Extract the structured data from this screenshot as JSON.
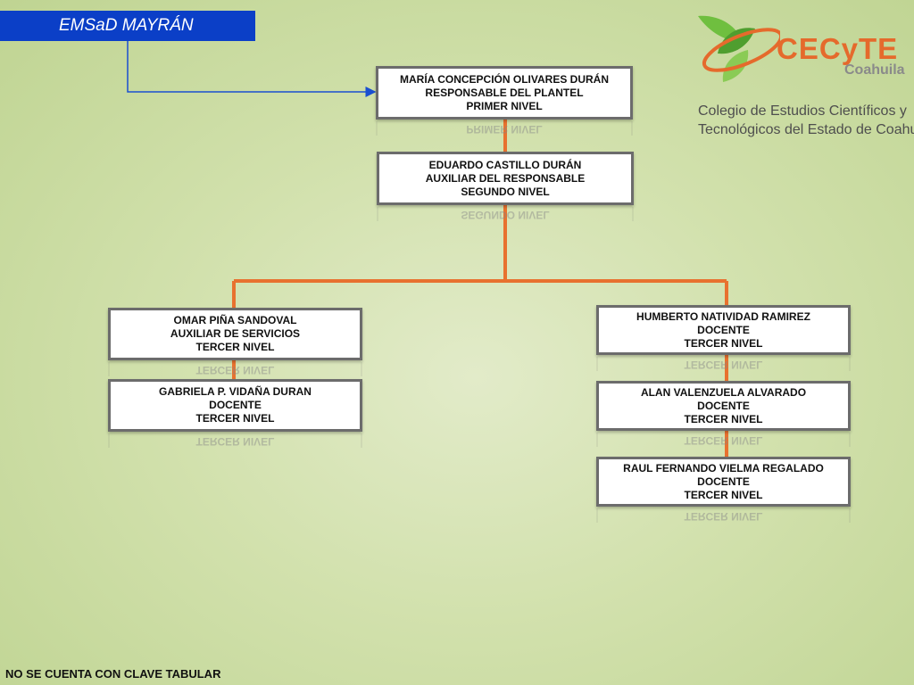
{
  "header": {
    "campus_title": "EMSaD MAYRÁN"
  },
  "logo": {
    "brand": "CECyTE",
    "state": "Coahuila",
    "description_line1": "Colegio de Estudios Científicos y",
    "description_line2": "Tecnológicos del Estado de Coahuila",
    "colors": {
      "brand_orange": "#e56a2c",
      "leaf_green": "#5aa83a",
      "grey": "#8a8a8a"
    }
  },
  "org_chart": {
    "nodes": [
      {
        "id": "director",
        "lines": [
          "MARÍA CONCEPCIÓN OLIVARES DURÁN",
          "RESPONSABLE DEL PLANTEL",
          "PRIMER NIVEL"
        ],
        "reflection": "PRIMER NIVEL"
      },
      {
        "id": "assistant",
        "lines": [
          "EDUARDO CASTILLO DURÁN",
          "AUXILIAR DEL  RESPONSABLE",
          "SEGUNDO NIVEL"
        ],
        "reflection": "SEGUNDO NIVEL"
      },
      {
        "id": "services",
        "lines": [
          "OMAR PIÑA SANDOVAL",
          "AUXILIAR DE SERVICIOS",
          "TERCER NIVEL"
        ],
        "reflection": "TERCER NIVEL"
      },
      {
        "id": "teacher1",
        "lines": [
          "GABRIELA P. VIDAÑA DURAN",
          "DOCENTE",
          "TERCER NIVEL"
        ],
        "reflection": "TERCER NIVEL"
      },
      {
        "id": "teacher2",
        "lines": [
          "HUMBERTO NATIVIDAD RAMIREZ",
          "DOCENTE",
          "TERCER NIVEL"
        ],
        "reflection": "TERCER NIVEL"
      },
      {
        "id": "teacher3",
        "lines": [
          "ALAN VALENZUELA ALVARADO",
          "DOCENTE",
          "TERCER NIVEL"
        ],
        "reflection": "TERCER NIVEL"
      },
      {
        "id": "teacher4",
        "lines": [
          "RAUL FERNANDO VIELMA REGALADO",
          "DOCENTE",
          "TERCER NIVEL"
        ],
        "reflection": "TERCER NIVEL"
      }
    ],
    "connector_color": "#e8712f",
    "arrow_color": "#1a4fd0"
  },
  "footer": {
    "note": "NO SE CUENTA CON CLAVE TABULAR"
  }
}
